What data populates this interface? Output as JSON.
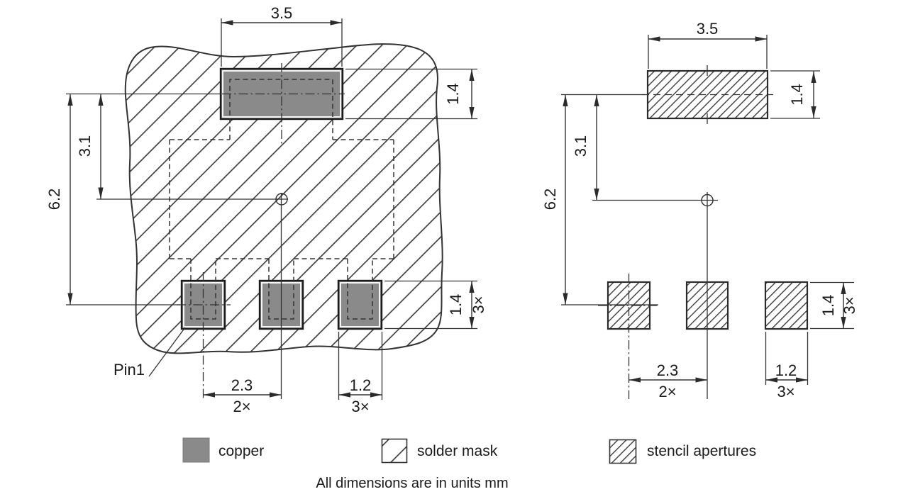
{
  "note": "All dimensions are in units mm",
  "legend": {
    "copper": "copper",
    "solder_mask": "solder mask",
    "stencil": "stencil apertures"
  },
  "footprint_view": {
    "pin1": "Pin1",
    "top_pad_width": "3.5",
    "top_pad_height": "1.4",
    "row_spacing": "6.2",
    "center_offset": "3.1",
    "pitch": "2.3",
    "pitch_count": "2×",
    "pad_width": "1.2",
    "pad_width_count": "3×",
    "pad_height": "1.4",
    "pad_height_count": "3×"
  },
  "stencil_view": {
    "top_aperture_width": "3.5",
    "top_aperture_height": "1.4",
    "row_spacing": "6.2",
    "center_offset": "3.1",
    "pitch": "2.3",
    "pitch_count": "2×",
    "aperture_width": "1.2",
    "aperture_width_count": "3×",
    "aperture_height": "1.4",
    "aperture_height_count": "3×"
  },
  "colors": {
    "copper": "#8a8a8a",
    "line": "#333333",
    "text": "#1a1a1a",
    "background": "#ffffff"
  }
}
